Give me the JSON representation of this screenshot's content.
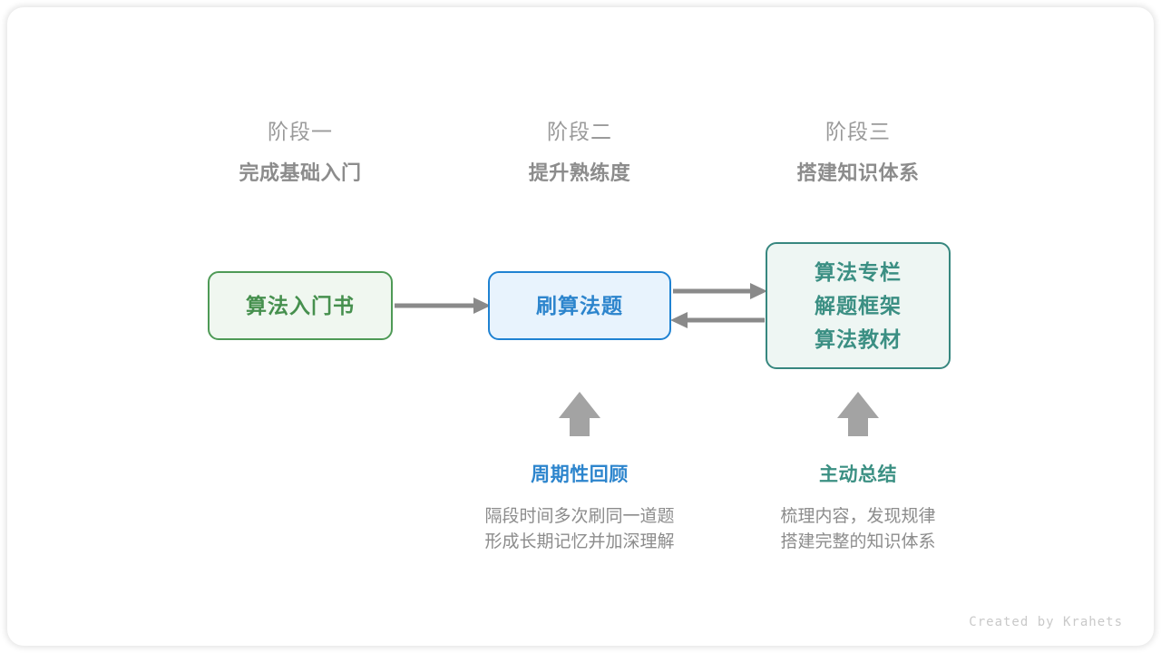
{
  "diagram": {
    "title_credit": "Created by Krahets",
    "colors": {
      "green": "#46904e",
      "green_border": "#4e9a56",
      "green_fill": "#f0f7f0",
      "blue": "#2d85cd",
      "blue_border": "#1f82d2",
      "blue_fill": "#e8f3fd",
      "teal": "#3b8f83",
      "teal_border": "#37877f",
      "teal_fill": "#eef6f3",
      "arrow_gray": "#8a8a8a",
      "text_gray": "#8c8c8c",
      "label_gray": "#9a9a9a"
    },
    "stages": [
      {
        "label": "阶段一",
        "title": "完成基础入门"
      },
      {
        "label": "阶段二",
        "title": "提升熟练度"
      },
      {
        "label": "阶段三",
        "title": "搭建知识体系"
      }
    ],
    "nodes": [
      {
        "id": "book",
        "lines": [
          "算法入门书"
        ]
      },
      {
        "id": "practice",
        "lines": [
          "刷算法题"
        ]
      },
      {
        "id": "resources",
        "lines": [
          "算法专栏",
          "解题框架",
          "算法教材"
        ]
      }
    ],
    "connections": [
      {
        "from": "book",
        "to": "practice",
        "direction": "right"
      },
      {
        "from": "practice",
        "to": "resources",
        "direction": "right"
      },
      {
        "from": "resources",
        "to": "practice",
        "direction": "left"
      },
      {
        "from": "note-review",
        "to": "practice",
        "direction": "up"
      },
      {
        "from": "note-summary",
        "to": "resources",
        "direction": "up"
      }
    ],
    "notes": [
      {
        "id": "review",
        "title": "周期性回顾",
        "body_line1": "隔段时间多次刷同一道题",
        "body_line2": "形成长期记忆并加深理解"
      },
      {
        "id": "summary",
        "title": "主动总结",
        "body_line1": "梳理内容，发现规律",
        "body_line2": "搭建完整的知识体系"
      }
    ]
  }
}
